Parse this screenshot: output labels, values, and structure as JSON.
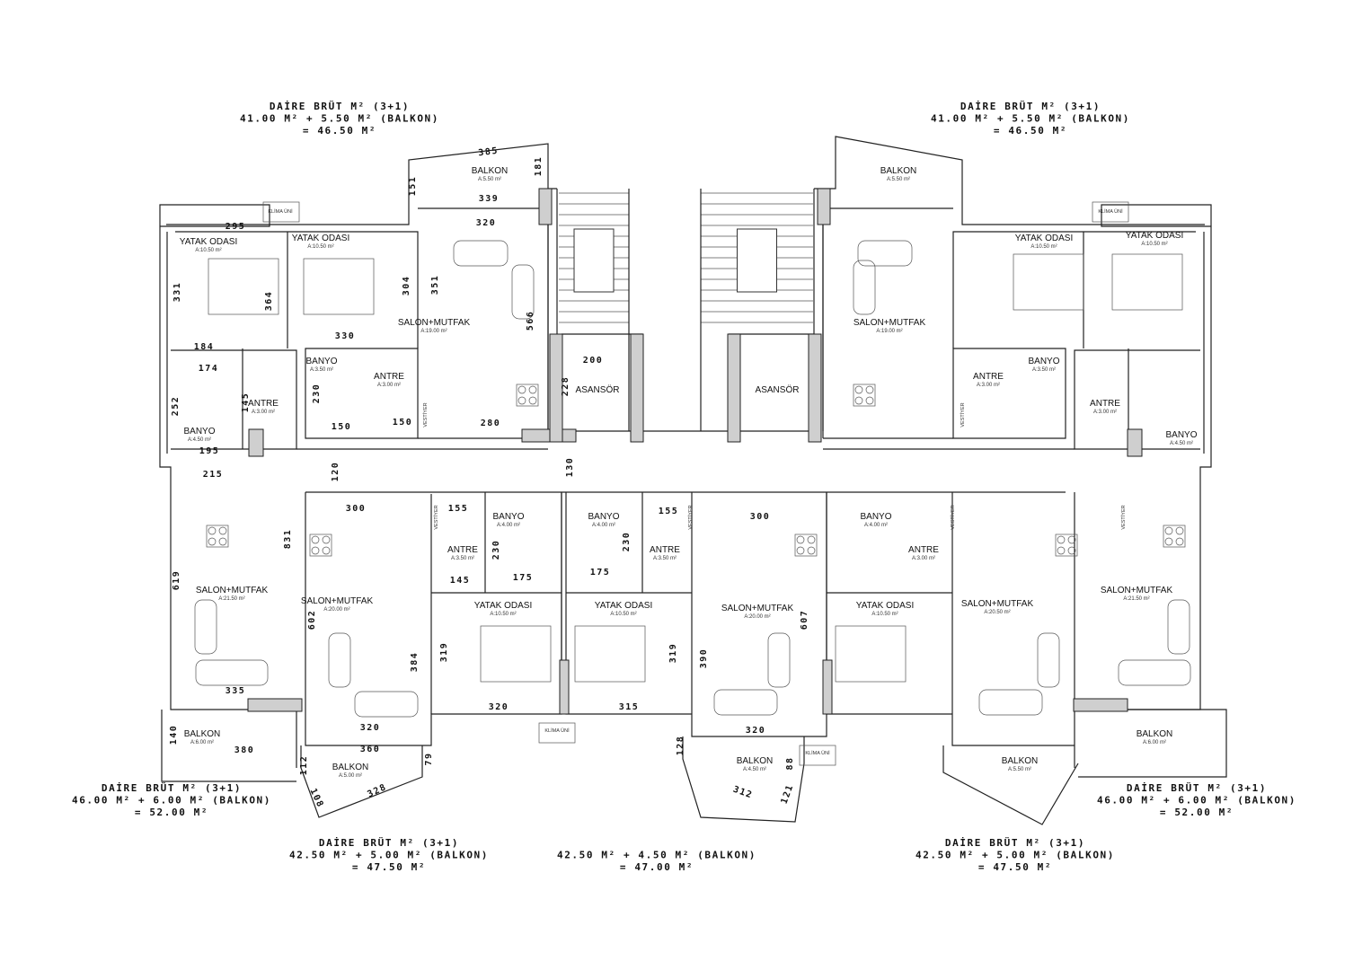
{
  "summaries": [
    {
      "heading": "DAİRE BRÜT M² (3+1)",
      "line1": "41.00 M² + 5.50 M² (BALKON)",
      "line2": "= 46.50 M²"
    },
    {
      "heading": "DAİRE BRÜT M² (3+1)",
      "line1": "41.00 M² + 5.50 M² (BALKON)",
      "line2": "= 46.50 M²"
    },
    {
      "heading": "DAİRE BRÜT M² (3+1)",
      "line1": "46.00 M² + 6.00 M² (BALKON)",
      "line2": "= 52.00 M²"
    },
    {
      "heading": "DAİRE BRÜT M² (3+1)",
      "line1": "46.00 M² + 6.00 M² (BALKON)",
      "line2": "= 52.00 M²"
    },
    {
      "heading": "DAİRE BRÜT M² (3+1)",
      "line1": "42.50 M² + 5.00 M² (BALKON)",
      "line2": "= 47.50 M²"
    },
    {
      "heading": "",
      "line1": "42.50 M² + 4.50 M² (BALKON)",
      "line2": "= 47.00 M²"
    },
    {
      "heading": "DAİRE BRÜT M² (3+1)",
      "line1": "42.50 M² + 5.00 M² (BALKON)",
      "line2": "= 47.50 M²"
    }
  ],
  "rooms": [
    {
      "name": "BALKON",
      "area": "A:5.50 m²"
    },
    {
      "name": "YATAK ODASI",
      "area": "A:10.50 m²"
    },
    {
      "name": "YATAK ODASI",
      "area": "A:10.50 m²"
    },
    {
      "name": "SALON+MUTFAK",
      "area": "A:19.00 m²"
    },
    {
      "name": "BANYO",
      "area": "A:3.50 m²"
    },
    {
      "name": "ANTRE",
      "area": "A:3.00 m²"
    },
    {
      "name": "ANTRE",
      "area": "A:3.00 m²"
    },
    {
      "name": "BANYO",
      "area": "A:4.50 m²"
    },
    {
      "name": "ASANSÖR",
      "area": ""
    },
    {
      "name": "ASANSÖR",
      "area": ""
    },
    {
      "name": "BALKON",
      "area": "A:5.50 m²"
    },
    {
      "name": "SALON+MUTFAK",
      "area": "A:19.00 m²"
    },
    {
      "name": "YATAK ODASI",
      "area": "A:10.50 m²"
    },
    {
      "name": "YATAK ODASI",
      "area": "A:10.50 m²"
    },
    {
      "name": "BANYO",
      "area": "A:3.50 m²"
    },
    {
      "name": "ANTRE",
      "area": "A:3.00 m²"
    },
    {
      "name": "ANTRE",
      "area": "A:3.00 m²"
    },
    {
      "name": "BANYO",
      "area": "A:4.50 m²"
    },
    {
      "name": "SALON+MUTFAK",
      "area": "A:21.50 m²"
    },
    {
      "name": "SALON+MUTFAK",
      "area": "A:20.00 m²"
    },
    {
      "name": "BANYO",
      "area": "A:4.00 m²"
    },
    {
      "name": "ANTRE",
      "area": "A:3.50 m²"
    },
    {
      "name": "YATAK ODASI",
      "area": "A:10.50 m²"
    },
    {
      "name": "BANYO",
      "area": "A:4.00 m²"
    },
    {
      "name": "ANTRE",
      "area": "A:3.50 m²"
    },
    {
      "name": "YATAK ODASI",
      "area": "A:10.50 m²"
    },
    {
      "name": "SALON+MUTFAK",
      "area": "A:20.00 m²"
    },
    {
      "name": "BANYO",
      "area": "A:4.00 m²"
    },
    {
      "name": "ANTRE",
      "area": "A:3.00 m²"
    },
    {
      "name": "YATAK ODASI",
      "area": "A:10.50 m²"
    },
    {
      "name": "SALON+MUTFAK",
      "area": "A:20.50 m²"
    },
    {
      "name": "SALON+MUTFAK",
      "area": "A:21.50 m²"
    },
    {
      "name": "BALKON",
      "area": "A:6.00 m²"
    },
    {
      "name": "BALKON",
      "area": "A:5.00 m²"
    },
    {
      "name": "BALKON",
      "area": "A:4.50 m²"
    },
    {
      "name": "BALKON",
      "area": "A:5.50 m²"
    },
    {
      "name": "BALKON",
      "area": "A:6.00 m²"
    }
  ],
  "labels": [
    "KLİMA ÜNİ",
    "KLİMA ÜNİ",
    "KLİMA ÜNİ",
    "KLİMA ÜNİ",
    "VESTİYER",
    "VESTİYER",
    "VESTİYER",
    "VESTİYER",
    "VESTİYER",
    "VESTİYER"
  ],
  "dimensions": [
    "385",
    "151",
    "181",
    "339",
    "320",
    "295",
    "331",
    "364",
    "304",
    "351",
    "566",
    "330",
    "184",
    "174",
    "145",
    "252",
    "230",
    "150",
    "150",
    "280",
    "195",
    "200",
    "228",
    "215",
    "120",
    "130",
    "831",
    "300",
    "155",
    "230",
    "175",
    "145",
    "619",
    "602",
    "384",
    "319",
    "335",
    "320",
    "140",
    "380",
    "360",
    "112",
    "79",
    "108",
    "328",
    "320",
    "175",
    "230",
    "155",
    "300",
    "319",
    "390",
    "607",
    "315",
    "320",
    "128",
    "88",
    "312",
    "121"
  ]
}
